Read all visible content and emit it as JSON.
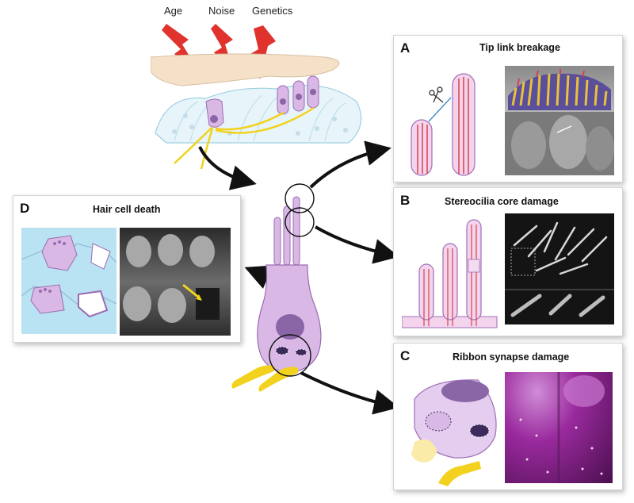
{
  "causes": [
    "Age",
    "Noise",
    "Genetics"
  ],
  "panels": {
    "a": {
      "letter": "A",
      "title": "Tip link breakage"
    },
    "b": {
      "letter": "B",
      "title": "Stereocilia core damage"
    },
    "c": {
      "letter": "C",
      "title": "Ribbon synapse damage"
    },
    "d": {
      "letter": "D",
      "title": "Hair cell death"
    }
  },
  "colors": {
    "hair_cell": "#d9b8e6",
    "hair_cell_outline": "#9a6bb0",
    "nucleus": "#8a66a6",
    "stereocilia_red": "#d8424c",
    "nerve_yellow": "#f2d21e",
    "support_blue": "#b9e2f3",
    "lightning_red": "#e0332d",
    "micrograph_magenta": "#9a2a9e"
  }
}
